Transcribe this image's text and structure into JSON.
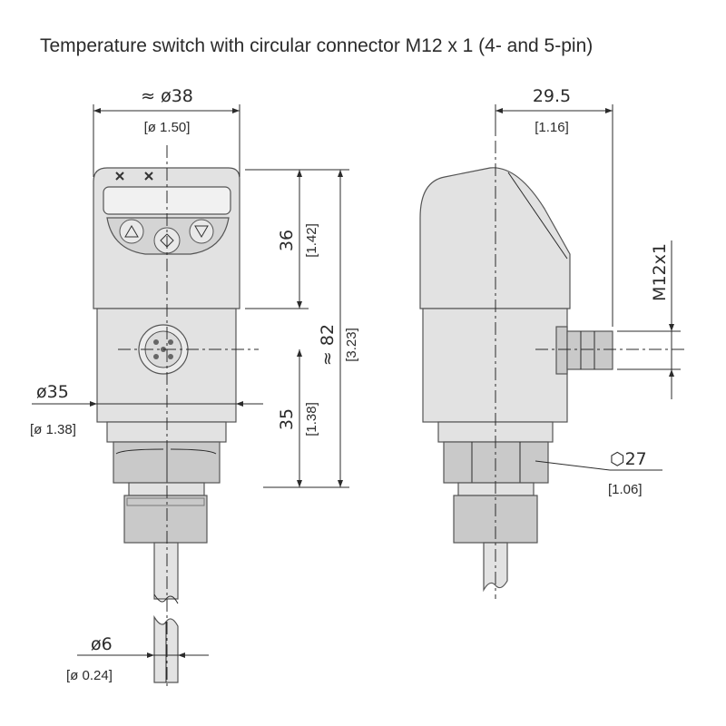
{
  "title": "Temperature switch with circular connector M12 x 1 (4- and 5-pin)",
  "dimensions": {
    "head_diameter": "≈ ø38",
    "head_diameter_in": "[ø 1.50]",
    "body_diameter": "ø35",
    "body_diameter_in": "[ø 1.38]",
    "head_height": "36",
    "head_height_in": "[1.42]",
    "body_height": "35",
    "body_height_in": "[1.38]",
    "total_height": "≈ 82",
    "total_height_in": "[3.23]",
    "probe_diameter": "ø6",
    "probe_diameter_in": "[ø 0.24]",
    "side_depth": "29.5",
    "side_depth_in": "[1.16]",
    "connector_thread": "M12x1",
    "hex_size": "⬡27",
    "hex_size_in": "[1.06]"
  },
  "colors": {
    "housing": "#e2e2e2",
    "lines": "#2b2b2b"
  }
}
